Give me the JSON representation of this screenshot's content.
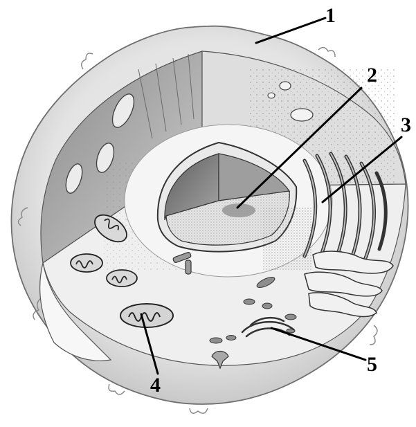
{
  "labels": {
    "l1": "1",
    "l2": "2",
    "l3": "3",
    "l4": "4",
    "l5": "5"
  },
  "colors": {
    "background": "#ffffff",
    "ink": "#000000"
  }
}
